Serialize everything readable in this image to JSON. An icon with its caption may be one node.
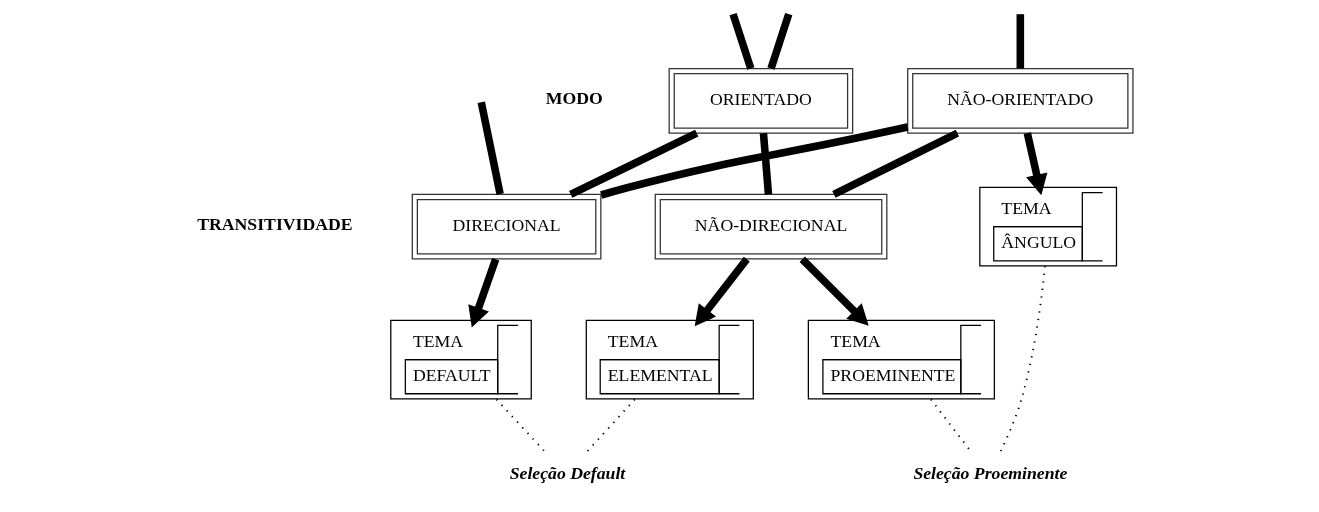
{
  "diagram": {
    "nodes": [
      {
        "text": [
          "ORIENTADO"
        ]
      },
      {
        "text": [
          "NÃO-ORIENTADO"
        ]
      },
      {
        "text": [
          "TEMA",
          "ÂNGULO"
        ]
      },
      {
        "text": [
          "DIRECIONAL"
        ]
      },
      {
        "text": [
          "NÃO-DIRECIONAL"
        ]
      },
      {
        "text": [
          "TEMA",
          "ELEMENTAL"
        ]
      },
      {
        "text": [
          "TEMA",
          "DEFAULT"
        ]
      },
      {
        "text": [
          "TEMA",
          "PROEMINENTE"
        ]
      },
      {
        "text": [
          "Seleção Proeminente"
        ]
      },
      {
        "text": [
          "Seleção Default"
        ]
      }
    ],
    "edges": [
      {
        "from": null,
        "to": 0,
        "arrow": "none"
      },
      {
        "from": null,
        "to": 0,
        "arrow": "none"
      },
      {
        "from": null,
        "to": 1,
        "arrow": "none"
      },
      {
        "from": 0,
        "to": 3,
        "arrow": "none"
      },
      {
        "from": 1,
        "to": 4,
        "arrow": "none"
      },
      {
        "from": 0,
        "to": 4,
        "arrow": "none"
      },
      {
        "from": 1,
        "to": 3,
        "arrow": "none"
      },
      {
        "from": null,
        "to": 3,
        "arrow": "none"
      },
      {
        "from": 1,
        "to": 2,
        "arrow": "to"
      },
      {
        "from": 4,
        "to": 5,
        "arrow": "to"
      },
      {
        "from": 3,
        "to": 6,
        "arrow": "to"
      },
      {
        "from": 4,
        "to": 7,
        "arrow": "to"
      },
      {
        "from": 2,
        "to": 8,
        "arrow": "none",
        "style": "dashed"
      },
      {
        "from": 7,
        "to": 8,
        "arrow": "none",
        "style": "dashed"
      },
      {
        "from": 6,
        "to": 9,
        "arrow": "none",
        "style": "dashed"
      },
      {
        "from": 5,
        "to": 9,
        "arrow": "none",
        "style": "dashed"
      }
    ],
    "labels": [
      "MODO",
      "TRANSITIVIDADE"
    ]
  }
}
